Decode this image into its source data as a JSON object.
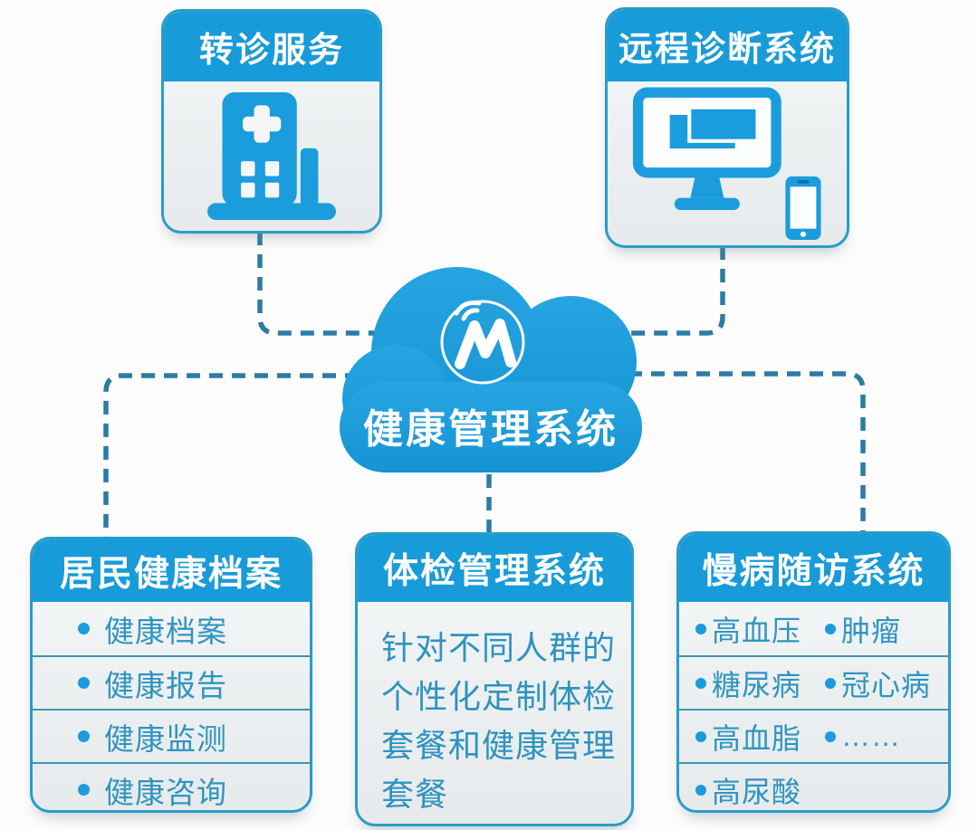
{
  "palette": {
    "primary_blue": "#1b9cdc",
    "header_blue": "#189bd9",
    "connector_blue": "#2c7ca4",
    "card_border": "#2a9cc8",
    "list_text": "#2f95c0",
    "separator": "#3e96ac",
    "header_text": "#ffffff"
  },
  "top_left": {
    "title": "转诊服务",
    "icon": "hospital-icon"
  },
  "top_right": {
    "title": "远程诊断系统",
    "icon": "monitor-phone-icon"
  },
  "cloud": {
    "title": "健康管理系统",
    "logo": "m-signal-logo"
  },
  "bottom_left": {
    "title": "居民健康档案",
    "items": [
      "健康档案",
      "健康报告",
      "健康监测",
      "健康咨询"
    ]
  },
  "bottom_middle": {
    "title": "体检管理系统",
    "lines": [
      "针对不同人群的",
      "个性化定制体检",
      "套餐和健康管理",
      "套餐"
    ],
    "full_text": "针对不同人群的个性化定制体检套餐和健康管理套餐"
  },
  "bottom_right": {
    "title": "慢病随访系统",
    "rows": [
      [
        "高血压",
        "肿瘤"
      ],
      [
        "糖尿病",
        "冠心病"
      ],
      [
        "高血脂",
        "……"
      ],
      [
        "高尿酸"
      ]
    ]
  }
}
